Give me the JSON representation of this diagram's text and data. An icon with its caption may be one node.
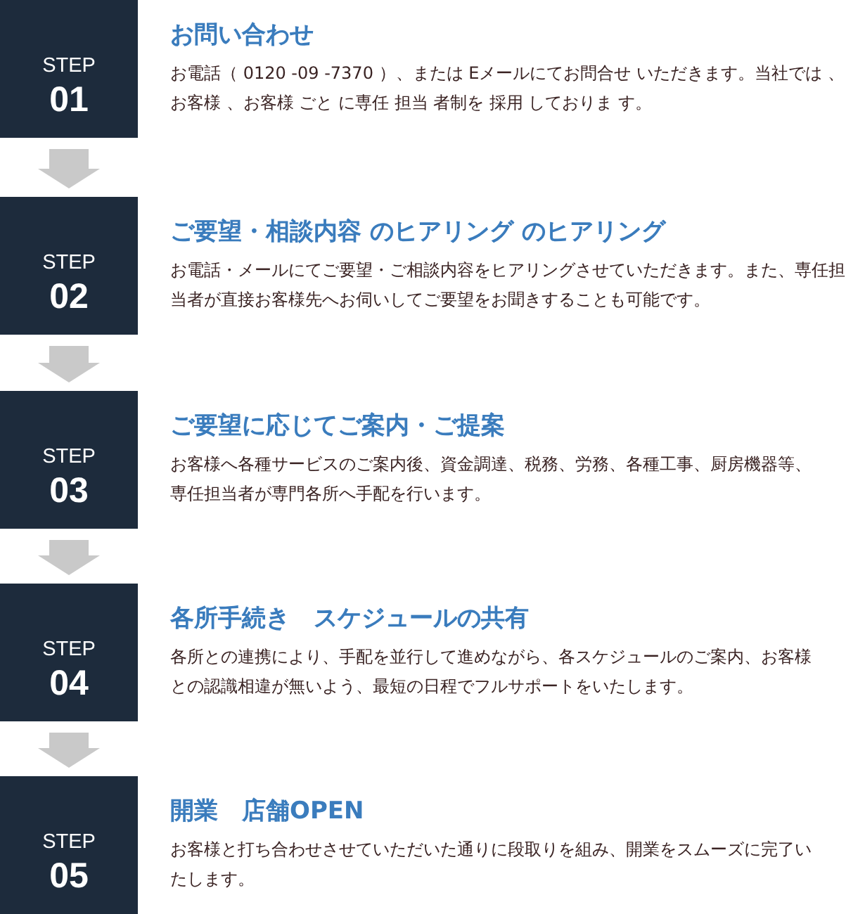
{
  "diagram": {
    "nodes": [
      {
        "text": [
          "STEP",
          "01"
        ],
        "beside": [
          "お問い合わせ",
          "お電話（ 0120 -09 -7370 ）、または Eメールにてお問合せ いただきます。当社では 、お客様 、お客様 ごと に専任 担当 者制を 採用 しておりま す。"
        ]
      },
      {
        "text": [
          "STEP",
          "02"
        ],
        "beside": [
          "ご要望・相談内容 のヒアリング のヒアリング",
          "お電話・メールにてご要望・ご相談内容をヒアリングさせていただきます。また、専任担当者が直接お客様先へお伺いしてご要望をお聞きすることも可能です。"
        ]
      },
      {
        "text": [
          "STEP",
          "03"
        ],
        "beside": [
          "ご要望に応じてご案内・ご提案",
          "お客様へ各種サービスのご案内後、資金調達、税務、労務、各種工事、厨房機器等、専任担当者が専門各所へ手配を行います。"
        ]
      },
      {
        "text": [
          "STEP",
          "04"
        ],
        "beside": [
          "各所手続き　スケジュールの共有",
          "各所との連携により、手配を並行して進めながら、各スケジュールのご案内、お客様との認識相違が無いよう、最短の日程でフルサポートをいたします。"
        ]
      },
      {
        "text": [
          "STEP",
          "05"
        ],
        "beside": [
          "開業　店舗OPEN",
          "お客様と打ち合わせさせていただいた通りに段取りを組み、開業をスムーズに完了いたします。"
        ]
      }
    ],
    "edges": [
      {
        "from": 0,
        "to": 1,
        "arrow": "to"
      },
      {
        "from": 1,
        "to": 2,
        "arrow": "to"
      },
      {
        "from": 2,
        "to": 3,
        "arrow": "to"
      },
      {
        "from": 3,
        "to": 4,
        "arrow": "to"
      }
    ]
  }
}
